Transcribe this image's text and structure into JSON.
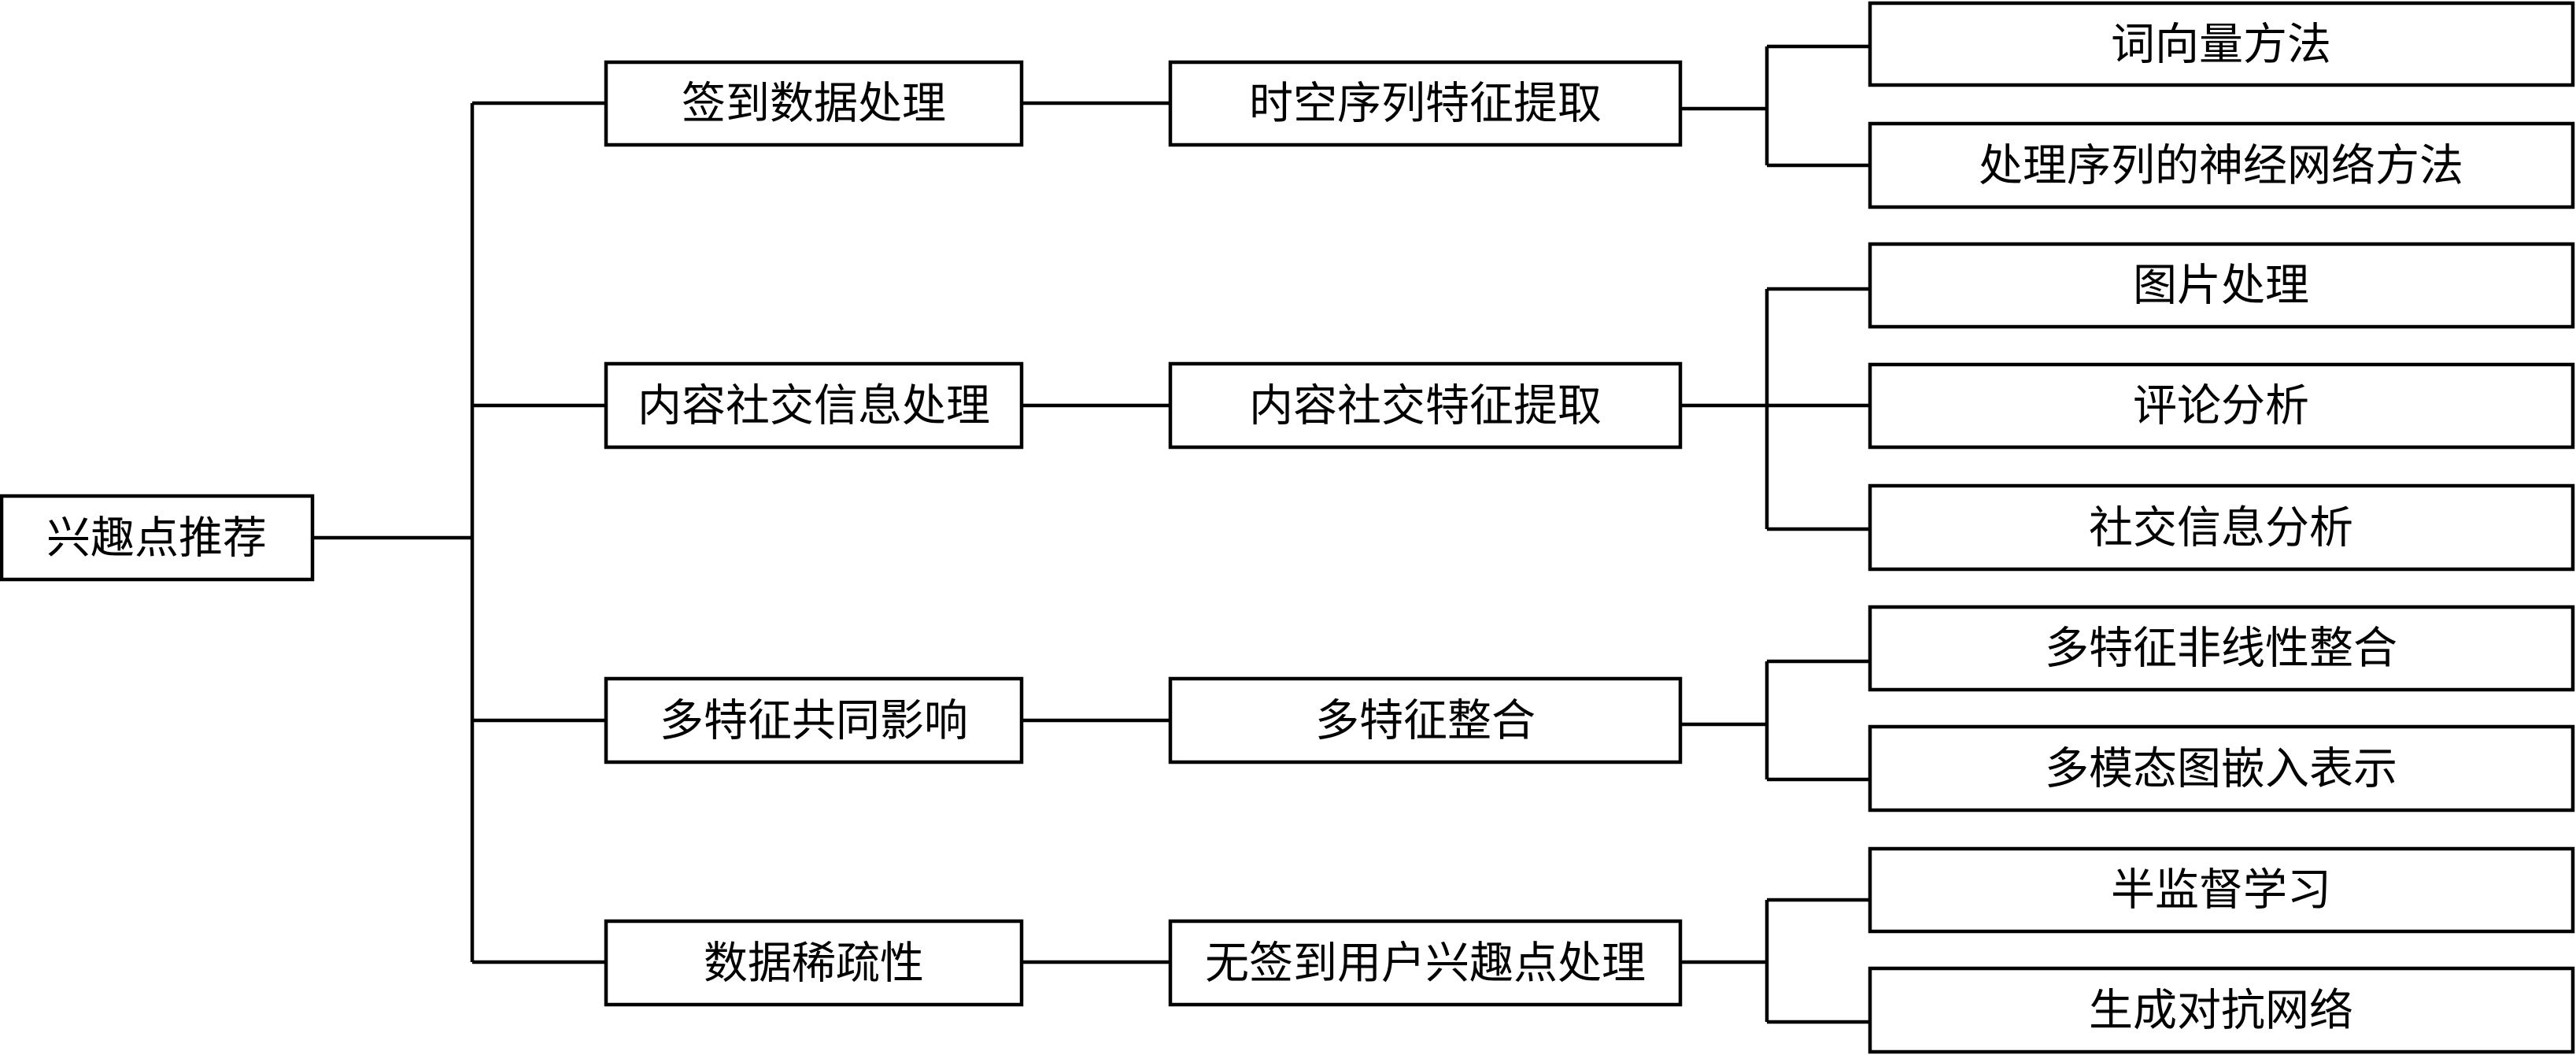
{
  "root": {
    "label": "兴趣点推荐"
  },
  "branches": [
    {
      "label": "签到数据处理",
      "method": "时空序列特征提取",
      "leaves": [
        "词向量方法",
        "处理序列的神经网络方法"
      ]
    },
    {
      "label": "内容社交信息处理",
      "method": "内容社交特征提取",
      "leaves": [
        "图片处理",
        "评论分析",
        "社交信息分析"
      ]
    },
    {
      "label": "多特征共同影响",
      "method": "多特征整合",
      "leaves": [
        "多特征非线性整合",
        "多模态图嵌入表示"
      ]
    },
    {
      "label": "数据稀疏性",
      "method": "无签到用户兴趣点处理",
      "leaves": [
        "半监督学习",
        "生成对抗网络"
      ]
    }
  ]
}
